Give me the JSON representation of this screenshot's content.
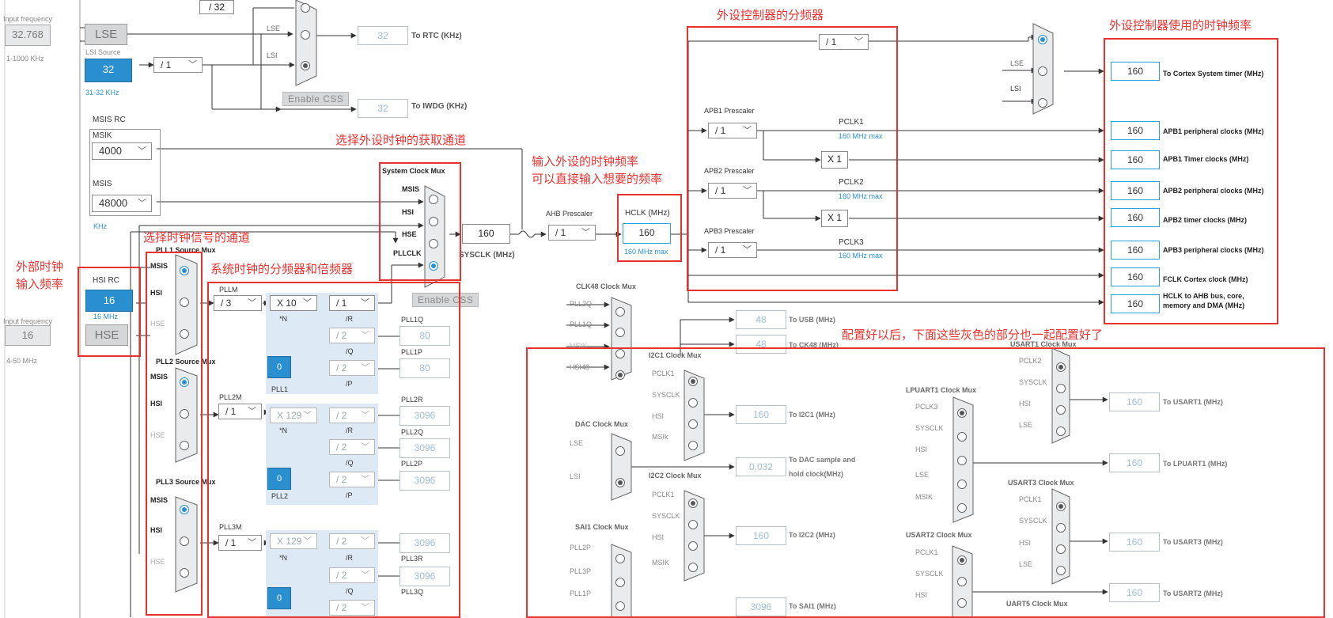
{
  "annotations": {
    "peripheral_prescaler": "外设控制器的分频器",
    "peripheral_clock_freq": "外设控制器使用的时钟频率",
    "select_source_channel": "选择外设时钟的获取通道",
    "input_freq_1": "输入外设的时钟频率",
    "input_freq_2": "可以直接输入想要的频率",
    "select_clock_channel": "选择时钟信号的通道",
    "external_clock_1": "外部时钟",
    "external_clock_2": "输入频率",
    "sys_clock_div_mul": "系统时钟的分频器和倍频器",
    "gray_configured": "配置好以后，下面这些灰色的部分也一起配置好了"
  },
  "left": {
    "input_freq_label": "Input frequency",
    "lse_value": "32.768",
    "lse_range": "1-1000 KHz",
    "lse": "LSE",
    "lsi_source": "LSI Source",
    "lsi_value": "32",
    "lsi_range": "31-32 KHz",
    "lsi_div": "/ 1",
    "div32": "/ 32",
    "rtc_value": "32",
    "rtc_label": "To RTC (KHz)",
    "iwdg_value": "32",
    "iwdg_label": "To IWDG (KHz)",
    "enable_css": "Enable CSS",
    "rtc_mux_lse": "LSE",
    "rtc_mux_lsi": "LSI",
    "msis_rc": "MSIS RC",
    "msik_label": "MSIK",
    "msik_value": "4000",
    "msis_label": "MSIS",
    "msis_value": "48000",
    "khz": "KHz",
    "hsi_rc": "HSI RC",
    "hsi_value": "16",
    "hsi_mhz": "16 MHz",
    "input_freq_label2": "Input frequency",
    "hse_input": "16",
    "hse_range": "4-50 MHz",
    "hse": "HSE"
  },
  "pll": {
    "pll1_mux_title": "PLL1 Source Mux",
    "pll2_mux_title": "PLL2 Source Mux",
    "pll3_mux_title": "PLL3 Source Mux",
    "msis": "MSIS",
    "hsi": "HSI",
    "hse": "HSE",
    "pllm": "PLLM",
    "pllm_value": "/ 3",
    "pll1_n": "X 10",
    "pll1_r": "/ 1",
    "pll1_q": "/ 2",
    "pll1_p": "/ 2",
    "pll1q_label": "PLL1Q",
    "pll1q_value": "80",
    "pll1p_label": "PLL1P",
    "pll1p_value": "80",
    "pll1_frac": "0",
    "pll1": "PLL1",
    "n_label": "*N",
    "r_label": "/R",
    "q_label": "/Q",
    "p_label": "/P",
    "pll2m": "PLL2M",
    "pll2m_value": "/ 1",
    "pll2_n": "X 129",
    "pll2_r": "/ 2",
    "pll2_q": "/ 2",
    "pll2_p": "/ 2",
    "pll2r_label": "PLL2R",
    "pll2r_value": "3096",
    "pll2q_label": "PLL2Q",
    "pll2q_value": "3096",
    "pll2p_label": "PLL2P",
    "pll2p_value": "3096",
    "pll2_frac": "0",
    "pll2": "PLL2",
    "pll3m": "PLL3M",
    "pll3m_value": "/ 1",
    "pll3_n": "X 129",
    "pll3_r": "/ 2",
    "pll3_q": "/ 2",
    "pll3_p": "/ 2",
    "pll3r_value": "3096",
    "pll3r_label": "PLL3R",
    "pll3q_value": "3096",
    "pll3q_label": "PLL3Q",
    "pll3_frac": "0"
  },
  "sysclk": {
    "mux_title": "System Clock Mux",
    "msis": "MSIS",
    "hsi": "HSI",
    "hse": "HSE",
    "pllclk": "PLLCLK",
    "value": "160",
    "label": "SYSCLK (MHz)",
    "enable_css": "Enable CSS",
    "ahb_label": "AHB Prescaler",
    "ahb_value": "/ 1",
    "hclk_label": "HCLK (MHz)",
    "hclk_value": "160",
    "hclk_max": "160 MHz max"
  },
  "apb": {
    "systick_div": "/ 1",
    "apb1_label": "APB1 Prescaler",
    "apb1_value": "/ 1",
    "pclk1": "PCLK1",
    "pclk1_max": "160 MHz max",
    "apb2_label": "APB2 Prescaler",
    "apb2_value": "/ 1",
    "pclk2": "PCLK2",
    "pclk2_max": "160 MHz max",
    "apb3_label": "APB3 Prescaler",
    "apb3_value": "/ 1",
    "pclk3": "PCLK3",
    "pclk3_max": "160 MHz max",
    "x1": "X 1",
    "systick_lse": "LSE",
    "systick_lsi": "LSI"
  },
  "outputs": [
    {
      "value": "160",
      "label": "To Cortex System timer (MHz)"
    },
    {
      "value": "160",
      "label": "APB1 peripheral clocks (MHz)"
    },
    {
      "value": "160",
      "label": "APB1 Timer clocks (MHz)"
    },
    {
      "value": "160",
      "label": "APB2 peripheral clocks (MHz)"
    },
    {
      "value": "160",
      "label": "APB2 timer clocks (MHz)"
    },
    {
      "value": "160",
      "label": "APB3 peripheral clocks (MHz)"
    },
    {
      "value": "160",
      "label": "FCLK Cortex clock (MHz)"
    },
    {
      "value": "160",
      "label": "HCLK to AHB bus, core,",
      "label2": "memory and DMA (MHz)"
    }
  ],
  "periph": {
    "clk48_title": "CLK48 Clock Mux",
    "clk48_in": [
      "PLL2Q",
      "PLL1Q",
      "MSIK",
      "HSI48"
    ],
    "usb_value": "48",
    "usb_label": "To USB (MHz)",
    "ck48_value": "48",
    "ck48_label": "To CK48 (MHz)",
    "i2c1_title": "I2C1 Clock Mux",
    "i2c1_in": [
      "PCLK1",
      "SYSCLK",
      "HSI",
      "MSIk"
    ],
    "i2c1_value": "160",
    "i2c1_label": "To I2C1 (MHz)",
    "dac_title": "DAC Clock Mux",
    "dac_in": [
      "LSE",
      "LSI"
    ],
    "dac_value": "0.032",
    "dac_label1": "To DAC sample and",
    "dac_label2": "hold clock(MHz)",
    "i2c2_title": "I2C2 Clock Mux",
    "i2c2_in": [
      "PCLK1",
      "SYSCLK",
      "HSI",
      "MSIK"
    ],
    "i2c2_value": "160",
    "i2c2_label": "To I2C2 (MHz)",
    "sai1_title": "SAI1 Clock Mux",
    "sai1_in": [
      "PLL2P",
      "PLL3P",
      "PLL1P"
    ],
    "sai1_value": "3096",
    "sai1_label": "To SAI1 (MHz)",
    "lpuart1_title": "LPUART1 Clock Mux",
    "lpuart1_in": [
      "PCLK3",
      "SYSCLK",
      "HSI",
      "LSE",
      "MSIK"
    ],
    "lpuart1_value": "160",
    "lpuart1_label": "To LPUART1 (MHz)",
    "usart1_title": "USART1 Clock Mux",
    "usart1_in": [
      "PCLK2",
      "SYSCLK",
      "HSI",
      "LSE"
    ],
    "usart1_value": "160",
    "usart1_label": "To USART1 (MHz)",
    "usart3_title": "USART3 Clock Mux",
    "usart3_in": [
      "PCLK1",
      "SYSCLK",
      "HSI",
      "LSE"
    ],
    "usart3_value": "160",
    "usart3_label": "To USART3 (MHz)",
    "usart2_title": "USART2 Clock Mux",
    "usart2_in": [
      "PCLK1",
      "SYSCLK",
      "HSI"
    ],
    "usart2_value": "160",
    "usart2_label": "To USART2 (MHz)",
    "uart5_title": "UART5 Clock Mux"
  },
  "colors": {
    "accent": "#2a8fcf",
    "annotation": "#e8322f",
    "highlight_bg": "#dde9f5"
  }
}
